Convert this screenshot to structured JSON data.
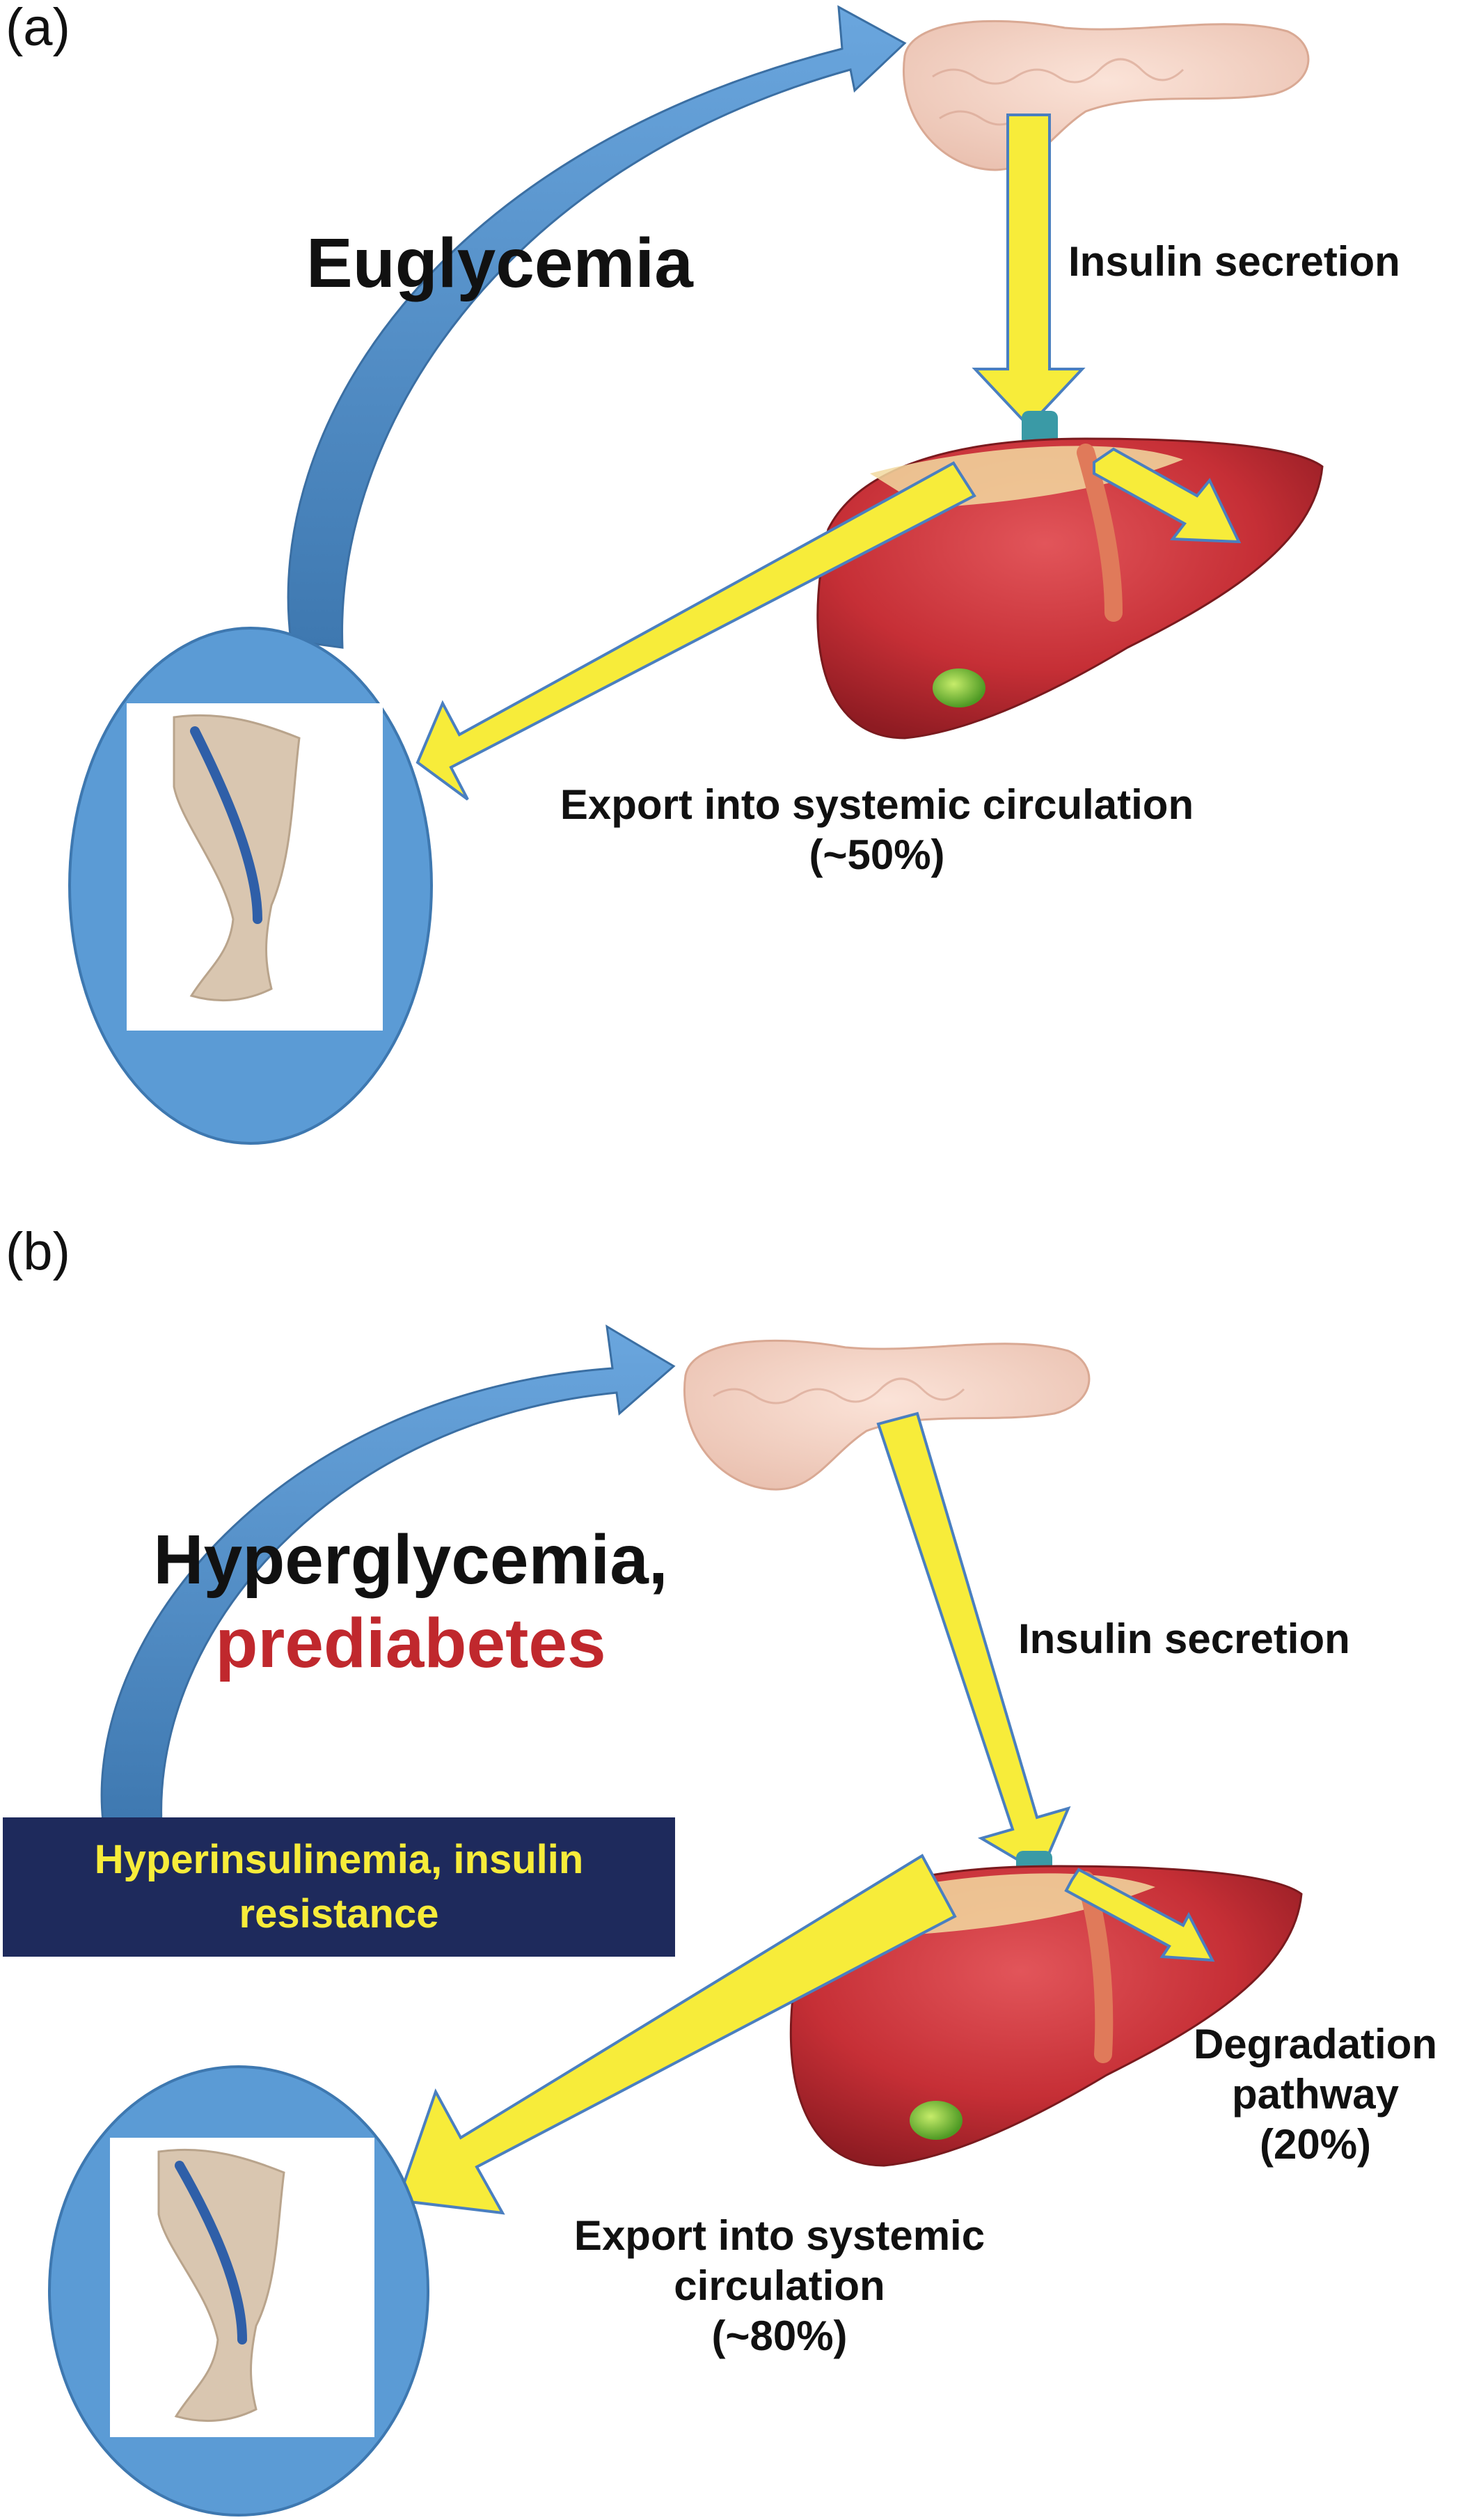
{
  "panel_a": {
    "label": "(a)",
    "title": "Euglycemia",
    "secretion_label": "Insulin secretion",
    "export_label_line1": "Export into systemic circulation",
    "export_label_line2": "(~50%)"
  },
  "panel_b": {
    "label": "(b)",
    "title_line1": "Hyperglycemia,",
    "title_line2": "prediabetes",
    "secretion_label": "Insulin secretion",
    "banner_line1": "Hyperinsulinemia, insulin",
    "banner_line2": "resistance",
    "degradation_line1": "Degradation",
    "degradation_line2": "pathway",
    "degradation_line3": "(20%)",
    "export_label_line1": "Export into systemic",
    "export_label_line2": "circulation",
    "export_label_line3": "(~80%)"
  },
  "colors": {
    "flow_arrow": "#f7ec3a",
    "feedback_arrow": "#5a97d0",
    "ellipse": "#5b9bd5",
    "banner": "#1e2a5c",
    "prediabetes_text": "#c0282d",
    "liver": "#c62f36"
  }
}
